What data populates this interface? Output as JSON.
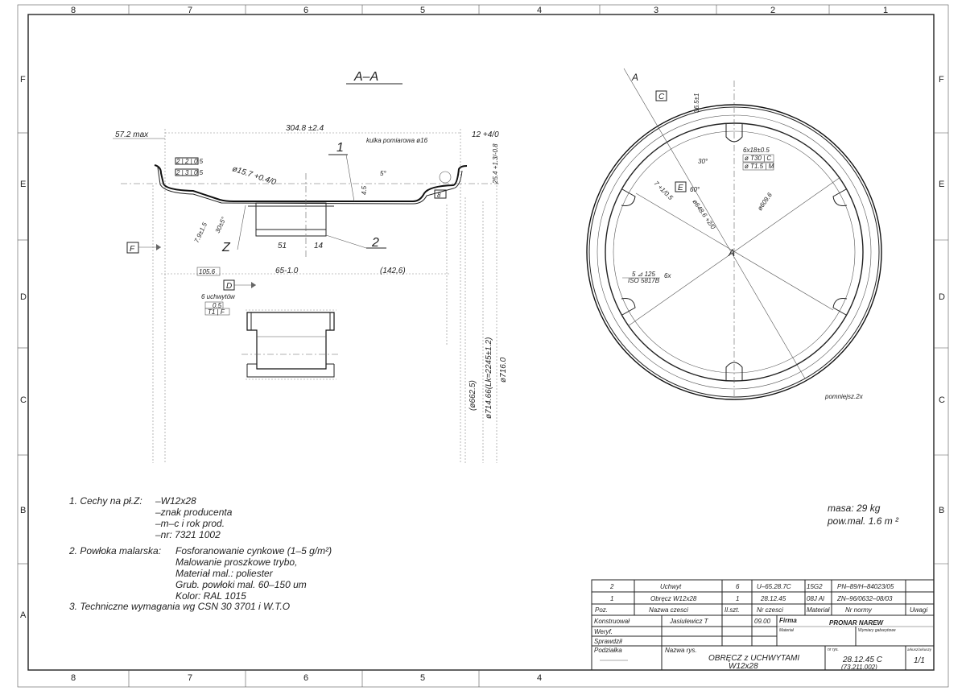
{
  "frame": {
    "columns": [
      "8",
      "7",
      "6",
      "5",
      "4",
      "3",
      "2",
      "1"
    ],
    "rows": [
      "F",
      "E",
      "D",
      "C",
      "B",
      "A"
    ]
  },
  "section": {
    "title": "A–A",
    "dims": {
      "width": "304.8 ±2.4",
      "flange_max": "57.2 max",
      "ball": "kulka pomiarowa ø16",
      "right_12": "12 +4/0",
      "right_25": "25.4 +1.3/-0.8",
      "bead": "ø15.7 +0.4/0",
      "d45": "4.5",
      "angle5": "5°",
      "b8": "8",
      "d79": "7.9±1.5",
      "a30": "30±5°",
      "d51": "51",
      "d14": "14",
      "d1056": "105.6",
      "d65": "65-1.0",
      "d1426": "(142,6)",
      "d6625": "(ø662.5)",
      "d71466": "ø714.66(Lk=2245±1.2)",
      "d716": "ø716.0",
      "tol1": "2 | 2 | 0.5",
      "tol2": "2 | 3 | 0.5"
    },
    "labels": {
      "p1": "1",
      "p2": "2",
      "z": "Z",
      "f": "F",
      "d": "D"
    },
    "handles": {
      "count": "6 uchwytów",
      "t1": "0.5",
      "t2": "T1 | F"
    }
  },
  "view": {
    "cut": "A",
    "center": "A",
    "c": "C",
    "e": "E",
    "d365": "36.5±1",
    "slot": "6x18±0.5",
    "pos1": "ø T30 | C",
    "pos2": "ø T1.5 | M",
    "a30": "30°",
    "a60": "60°",
    "d7": "7 +1/0.5",
    "d6486": "ø648.6 +2/0",
    "d6096": "ø609.6",
    "weld1": "5 ⊿ 125",
    "weld2": "ISO 5817B",
    "weld3": "6x",
    "scale": "pomniejsz.2x"
  },
  "mass": {
    "mass": "masa:  29 kg",
    "area": "pow.mal.  1.6  m ²"
  },
  "notes": [
    {
      "label": "1. Cechy na pł.Z:",
      "lines": [
        "–W12x28",
        "–znak producenta",
        "–m–c i rok prod.",
        "–nr:  7321 1002"
      ]
    },
    {
      "label": "2. Powłoka malarska:",
      "lines": [
        "Fosforanowanie cynkowe (1–5 g/m²)",
        "Malowanie proszkowe trybo,",
        "Materiał mal.:  poliester",
        "Grub. powłoki mal. 60–150 um",
        "Kolor:  RAL 1015"
      ]
    },
    {
      "label": "3. Techniczne wymagania wg CSN 30 3701 i W.T.O",
      "lines": []
    }
  ],
  "title_block": {
    "parts": [
      {
        "poz": "2",
        "name": "Uchwyt",
        "qty": "6",
        "nr": "U–65.28.7C",
        "mat": "15G2",
        "norm": "PN–89/H–84023/05",
        "note": ""
      },
      {
        "poz": "1",
        "name": "Obręcz W12x28",
        "qty": "1",
        "nr": "28.12.45",
        "mat": "08J Al",
        "norm": "ZN–96/0632–08/03",
        "note": ""
      }
    ],
    "header": {
      "poz": "Poz.",
      "name": "Nazwa czesci",
      "qty": "Il.szt.",
      "nr": "Nr czesci",
      "mat": "Materiał",
      "norm": "Nr normy",
      "note": "Uwagi"
    },
    "konstruowal": "Konstruował",
    "designer": "Jasiulewicz T",
    "date": "09.00",
    "firma_label": "Firma",
    "firma": "PRONAR NAREW",
    "weryf": "Weryf.",
    "sprawdzil": "Sprawdził",
    "material_label": "Materiał",
    "gabaryt_label": "Wymiary gabarytowe",
    "podzialka": "Podziałka",
    "nazwa_label": "Nazwa rys.",
    "name1": "OBRĘCZ z UCHWYTAMI",
    "name2": "W12x28",
    "nr_label": "nr rys.",
    "nr1": "28.12.45 C",
    "nr2": "(73.211.002)",
    "sheet_label": "arkusz/arkuszy",
    "sheet": "1/1"
  }
}
